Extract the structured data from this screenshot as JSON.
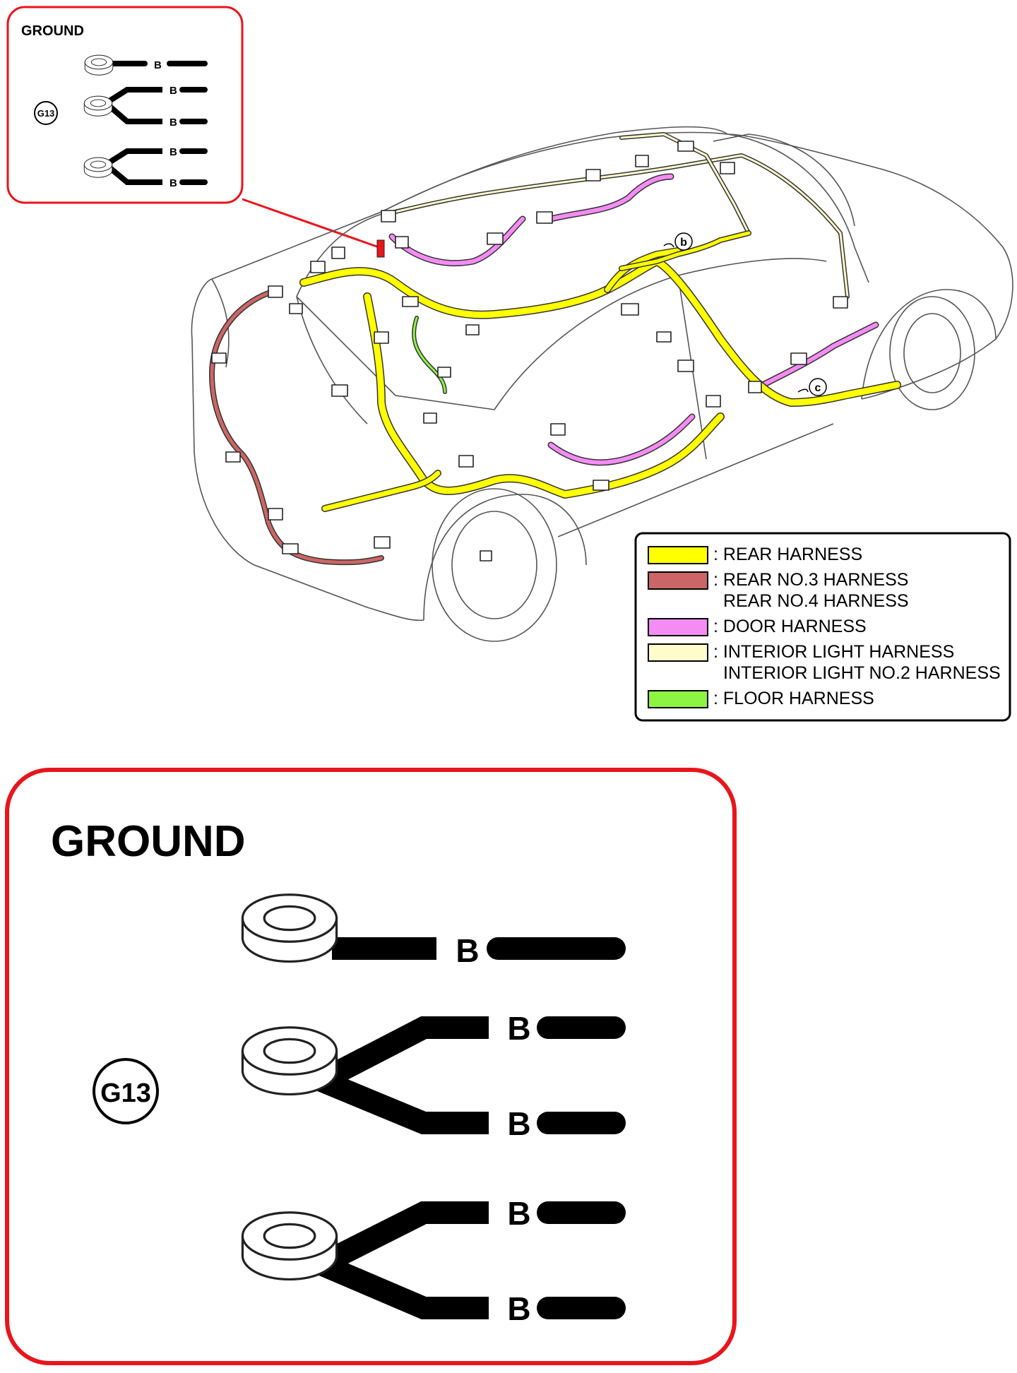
{
  "small_callout": {
    "title": "GROUND",
    "ground_id": "G13",
    "wire_labels": [
      "B",
      "B",
      "B",
      "B",
      "B"
    ]
  },
  "car_markers": {
    "b": "b",
    "c": "c"
  },
  "legend": {
    "items": [
      {
        "color": "#ffff00",
        "lines": [
          ": REAR HARNESS"
        ]
      },
      {
        "color": "#cc6666",
        "lines": [
          ": REAR NO.3 HARNESS",
          "REAR NO.4 HARNESS"
        ]
      },
      {
        "color": "#f48cf4",
        "lines": [
          ": DOOR HARNESS"
        ]
      },
      {
        "color": "#fffccc",
        "lines": [
          ": INTERIOR LIGHT HARNESS",
          "INTERIOR LIGHT NO.2 HARNESS"
        ]
      },
      {
        "color": "#8ef442",
        "lines": [
          ": FLOOR HARNESS"
        ]
      }
    ]
  },
  "large_callout": {
    "title": "GROUND",
    "ground_id": "G13",
    "wire_labels": [
      "B",
      "B",
      "B",
      "B",
      "B"
    ]
  },
  "colors": {
    "callout_border": "#e8151b",
    "harness_outline": "#333333"
  }
}
